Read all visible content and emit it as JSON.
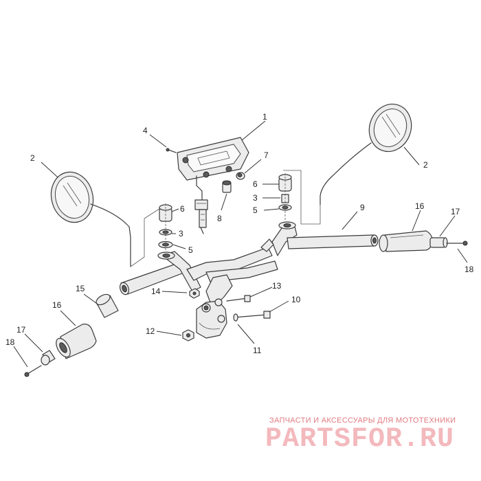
{
  "labels": {
    "frame_bar_right": "9",
    "speedometer": "1",
    "mirror_left": "2",
    "mirror_right": "2",
    "screw_top": "4",
    "nut_top": "7",
    "bolt_mount": "8",
    "bushing_left": "6",
    "bushing_right": "6",
    "washer_left": "3",
    "washer_right": "3",
    "ring_left": "5",
    "ring_right": "5",
    "grip_sleeve": "15",
    "grip_left": "16",
    "grip_right": "16",
    "end_weight_left": "17",
    "end_weight_right": "17",
    "end_screw_left": "18",
    "end_screw_right": "18",
    "bolt_upper": "13",
    "bolt_lower": "10",
    "nut_upper": "14",
    "nut_lower": "12",
    "clamp": "11"
  },
  "watermark": {
    "caption": "ЗАПЧАСТИ И АКСЕССУАРЫ ДЛЯ МОТОТЕХНИКИ",
    "logo": "PARTSFOR.RU"
  }
}
